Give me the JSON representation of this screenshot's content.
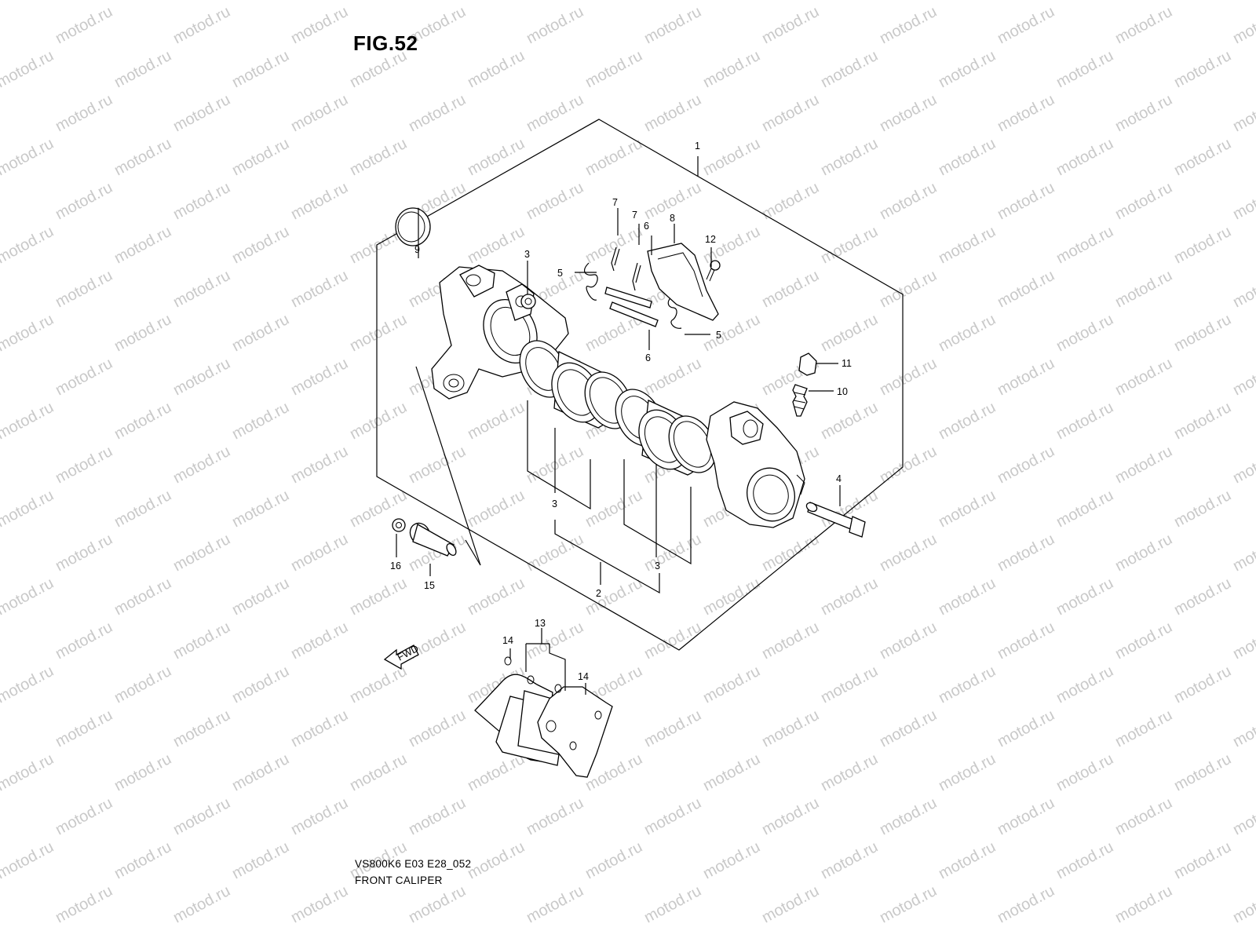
{
  "figure": {
    "title": "FIG.52",
    "drawing_code": "VS800K6 E03 E28_052",
    "name": "FRONT CALIPER"
  },
  "watermark": "motod.ru",
  "fwd_label": "FWD",
  "callouts": {
    "c1": "1",
    "c2": "2",
    "c3a": "3",
    "c3b": "3",
    "c3c": "3",
    "c4": "4",
    "c5a": "5",
    "c5b": "5",
    "c6a": "6",
    "c6b": "6",
    "c7a": "7",
    "c7b": "7",
    "c8": "8",
    "c9": "9",
    "c10": "10",
    "c11": "11",
    "c12": "12",
    "c13": "13",
    "c14a": "14",
    "c14b": "14",
    "c15": "15",
    "c16": "16"
  }
}
